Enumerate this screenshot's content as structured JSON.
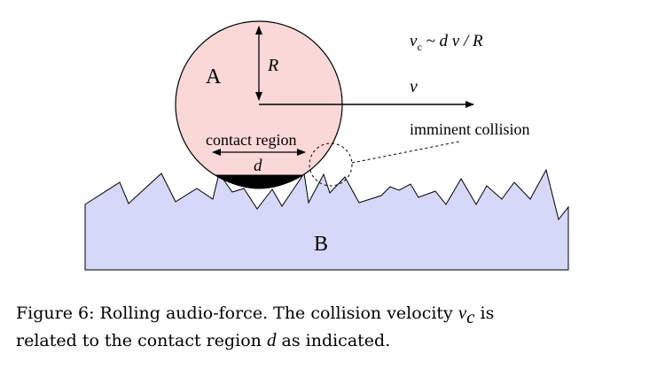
{
  "diagram": {
    "label_a": "A",
    "label_b": "B",
    "label_r": "R",
    "label_v": "v",
    "formula": {
      "v": "v",
      "sub": "c",
      "rest": " ~ d v / R"
    },
    "contact_region": "contact region",
    "label_d": "d",
    "imminent_collision": "imminent collision"
  },
  "caption": {
    "line1_pre": "Figure 6:  Rolling audio-force.  The collision velocity ",
    "v": "v",
    "sub": "c",
    "line1_post": " is",
    "line2_pre": "related to the contact region ",
    "d": "d",
    "line2_post": " as indicated."
  },
  "colors": {
    "ball_fill": "#fbd8d8",
    "surface_fill": "#d6d8f8",
    "contact_fill": "#000000",
    "stroke": "#000000"
  }
}
